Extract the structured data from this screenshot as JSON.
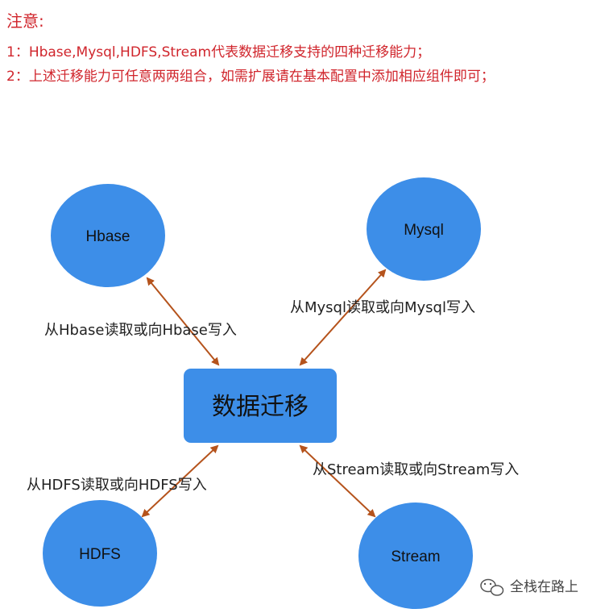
{
  "notes": {
    "title": "注意:",
    "lines": [
      "1：Hbase,Mysql,HDFS,Stream代表数据迁移支持的四种迁移能力；",
      "2：上述迁移能力可任意两两组合，如需扩展请在基本配置中添加相应组件即可；"
    ]
  },
  "center": {
    "label": "数据迁移"
  },
  "nodes": {
    "hbase": "Hbase",
    "mysql": "Mysql",
    "hdfs": "HDFS",
    "stream": "Stream"
  },
  "edges": {
    "hbase": "从Hbase读取或向Hbase写入",
    "mysql": "从Mysql读取或向Mysql写入",
    "hdfs": "从HDFS读取或向HDFS写入",
    "stream": "从Stream读取或向Stream写入"
  },
  "watermark": {
    "text": "全栈在路上",
    "icon": "wechat-icon"
  },
  "colors": {
    "node_fill": "#3d8ee8",
    "arrow": "#b5531c",
    "note_text": "#d0252c"
  }
}
